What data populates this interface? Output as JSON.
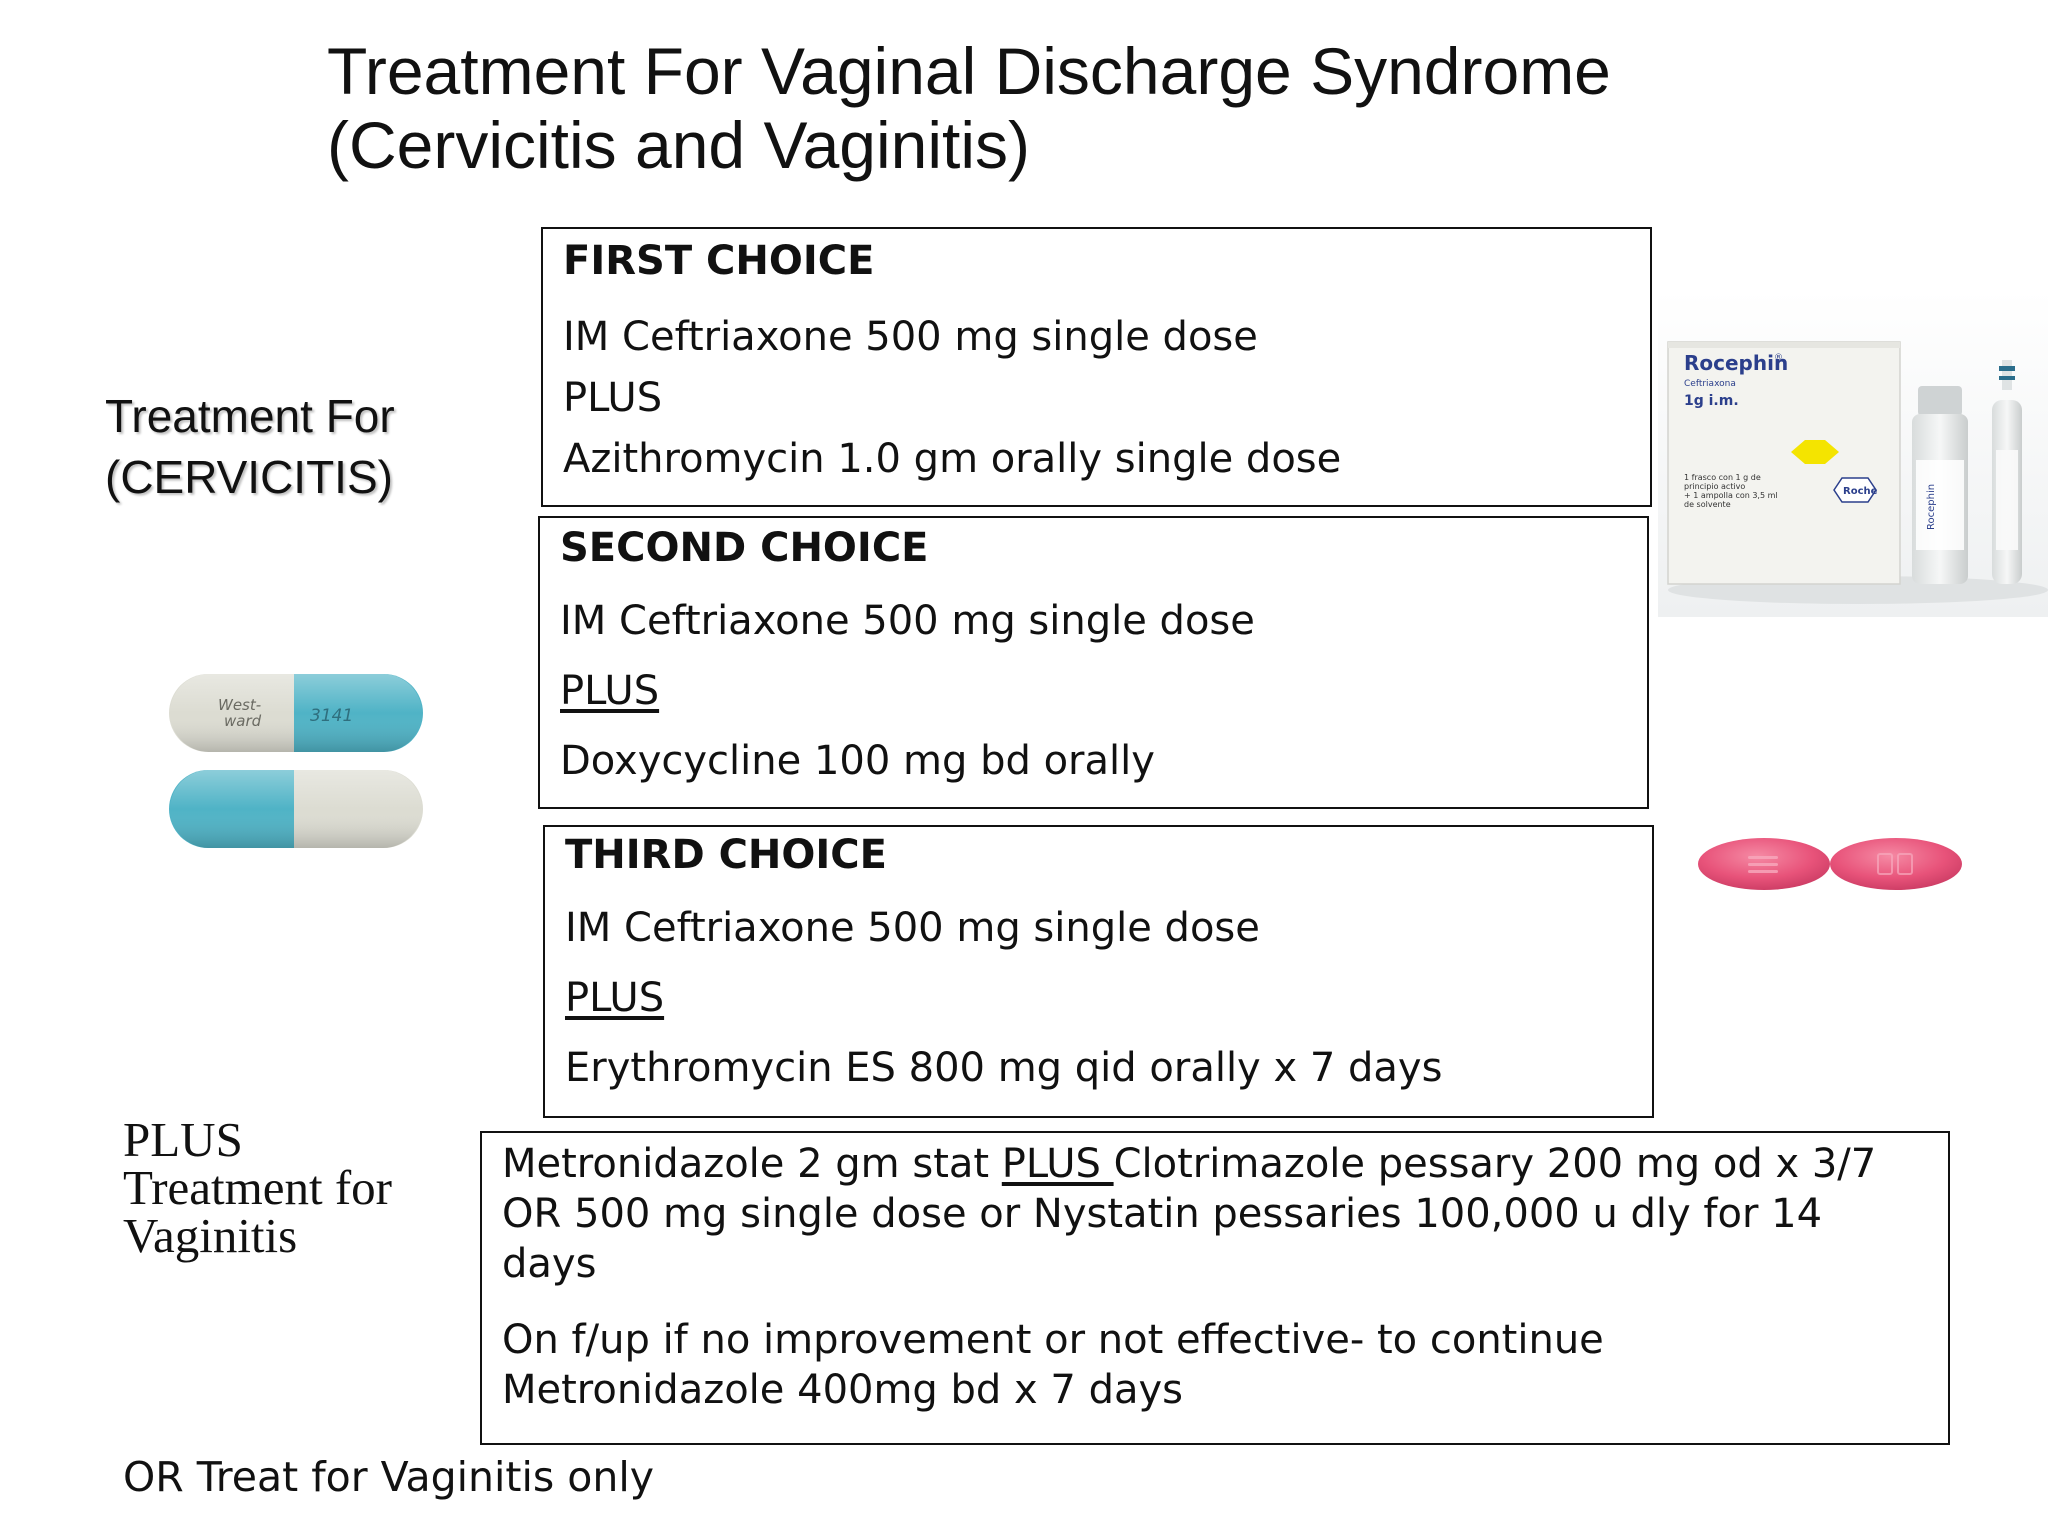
{
  "title": {
    "line1": "Treatment For Vaginal Discharge Syndrome",
    "line2": "(Cervicitis and Vaginitis)"
  },
  "cervicitis_label": {
    "line1": "Treatment For",
    "line2": "(CERVICITIS)"
  },
  "first_choice": {
    "heading": "FIRST CHOICE",
    "line1": "IM Ceftriaxone 500 mg single dose",
    "line2": "PLUS",
    "line3": "Azithromycin 1.0 gm orally single dose"
  },
  "second_choice": {
    "heading": "SECOND CHOICE",
    "line1": "IM Ceftriaxone 500 mg single dose",
    "line2": "PLUS",
    "line3": "Doxycycline 100 mg bd orally"
  },
  "third_choice": {
    "heading": "THIRD CHOICE",
    "line1": "IM Ceftriaxone 500 mg single dose",
    "line2": "PLUS",
    "line3": "Erythromycin ES 800 mg qid orally  x 7 days"
  },
  "vaginitis_label": {
    "line1": "PLUS",
    "line2": "Treatment for",
    "line3": "Vaginitis"
  },
  "vaginitis_box": {
    "p1_part1": "Metronidazole 2 gm stat ",
    "p1_plus": "PLUS ",
    "p1_part2": "Clotrimazole pessary 200 mg od x 3/7",
    "p1_line2": "OR 500 mg single dose or Nystatin pessaries 100,000 u dly for 14",
    "p1_line3": "days",
    "p2_line1": "On f/up if no improvement or not effective- to continue",
    "p2_line2": "Metronidazole 400mg bd x 7 days"
  },
  "footer": "OR Treat for Vaginitis only",
  "product_image": {
    "brand": "Rocephin",
    "reg_mark": "®",
    "generic": "Ceftriaxona",
    "dose": "1g i.m.",
    "desc1": "1 frasco con 1 g de",
    "desc2": "principio activo",
    "desc3": "+ 1 ampolla con 3,5 ml",
    "desc4": "de solvente",
    "maker": "Roche",
    "vial_label": "Rocephin"
  },
  "capsule_image": {
    "imprint1_a": "West-",
    "imprint1_b": "ward",
    "imprint2": "3141"
  },
  "colors": {
    "capsule_teal": "#4fb3c6",
    "capsule_cream": "#dcdcd2",
    "tablet_pink": "#e8537a",
    "rocephin_blue": "#2b3f8c",
    "rocephin_yellow": "#f4e400"
  }
}
